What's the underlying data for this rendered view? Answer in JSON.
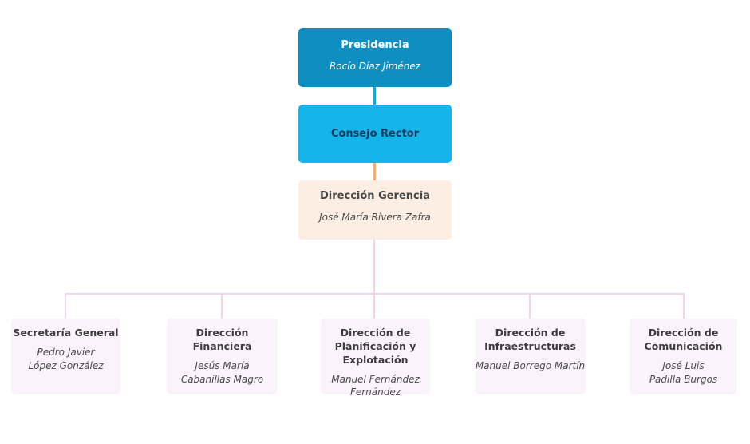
{
  "org_chart": {
    "nodes": {
      "presidencia": {
        "title": "Presidencia",
        "name": "Rocío Díaz Jiménez",
        "bg_color": "#0f8fc1",
        "text_color": "#ffffff"
      },
      "consejo_rector": {
        "title": "Consejo Rector",
        "bg_color": "#16b5e9",
        "text_color": "#17395f"
      },
      "direccion_gerencia": {
        "title": "Dirección Gerencia",
        "name": "José María Rivera Zafra",
        "bg_color": "#fdeee3",
        "text_color": "#464646"
      }
    },
    "departments": [
      {
        "title": "Secretaría General",
        "name": "Pedro Javier\nLópez González"
      },
      {
        "title": "Dirección Financiera",
        "name": "Jesús María\nCabanillas Magro"
      },
      {
        "title": "Dirección de\nPlanificación y\nExplotación",
        "name": "Manuel Fernández\nFernández"
      },
      {
        "title": "Dirección de\nInfraestructuras",
        "name": "Manuel Borrego Martín"
      },
      {
        "title": "Dirección de\nComunicación",
        "name": "José Luis\nPadilla Burgos"
      }
    ],
    "department_style": {
      "bg_color": "#fbf3fc",
      "title_color": "#3d3d3d",
      "name_color": "#4a4a4a"
    },
    "connector_colors": {
      "presidencia_to_consejo": "#14a9d8",
      "consejo_to_gerencia": "#f6ab7d",
      "gerencia_to_departments": "#f3d2ec"
    }
  }
}
